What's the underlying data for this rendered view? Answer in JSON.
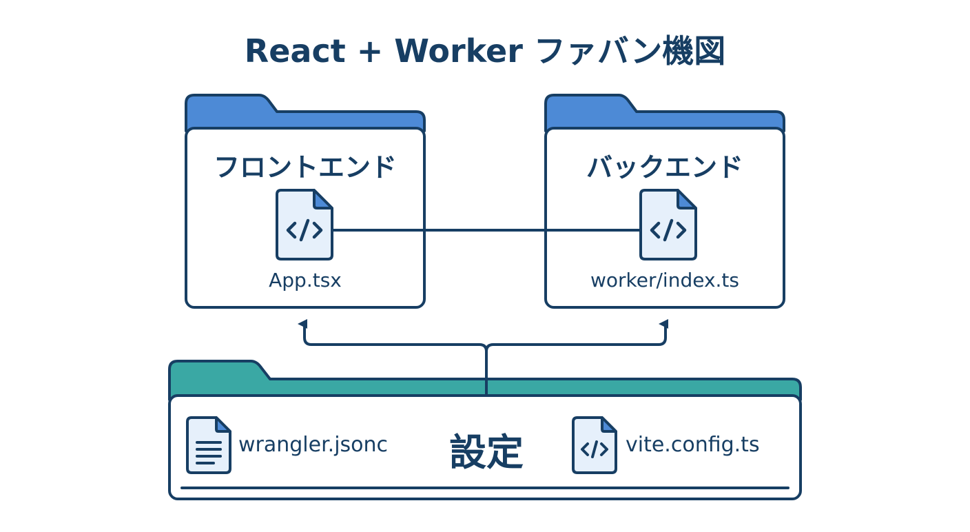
{
  "title": "React + Worker ファバン機図",
  "frontend": {
    "folder_label": "フロントエンド",
    "file_label": "App.tsx",
    "file_icon": "code-file-icon"
  },
  "backend": {
    "folder_label": "バックエンド",
    "file_label": "worker/index.ts",
    "file_icon": "code-file-icon"
  },
  "settings": {
    "folder_label": "設定",
    "files": [
      {
        "label": "wrangler.jsonc",
        "icon": "text-file-icon"
      },
      {
        "label": "vite.config.ts",
        "icon": "code-file-icon"
      }
    ]
  },
  "colors": {
    "navy": "#173e63",
    "blue_tab": "#4d8ad6",
    "teal_tab": "#3aa8a4",
    "file_fill": "#e6f0fb",
    "file_corner": "#4d8ad6"
  }
}
